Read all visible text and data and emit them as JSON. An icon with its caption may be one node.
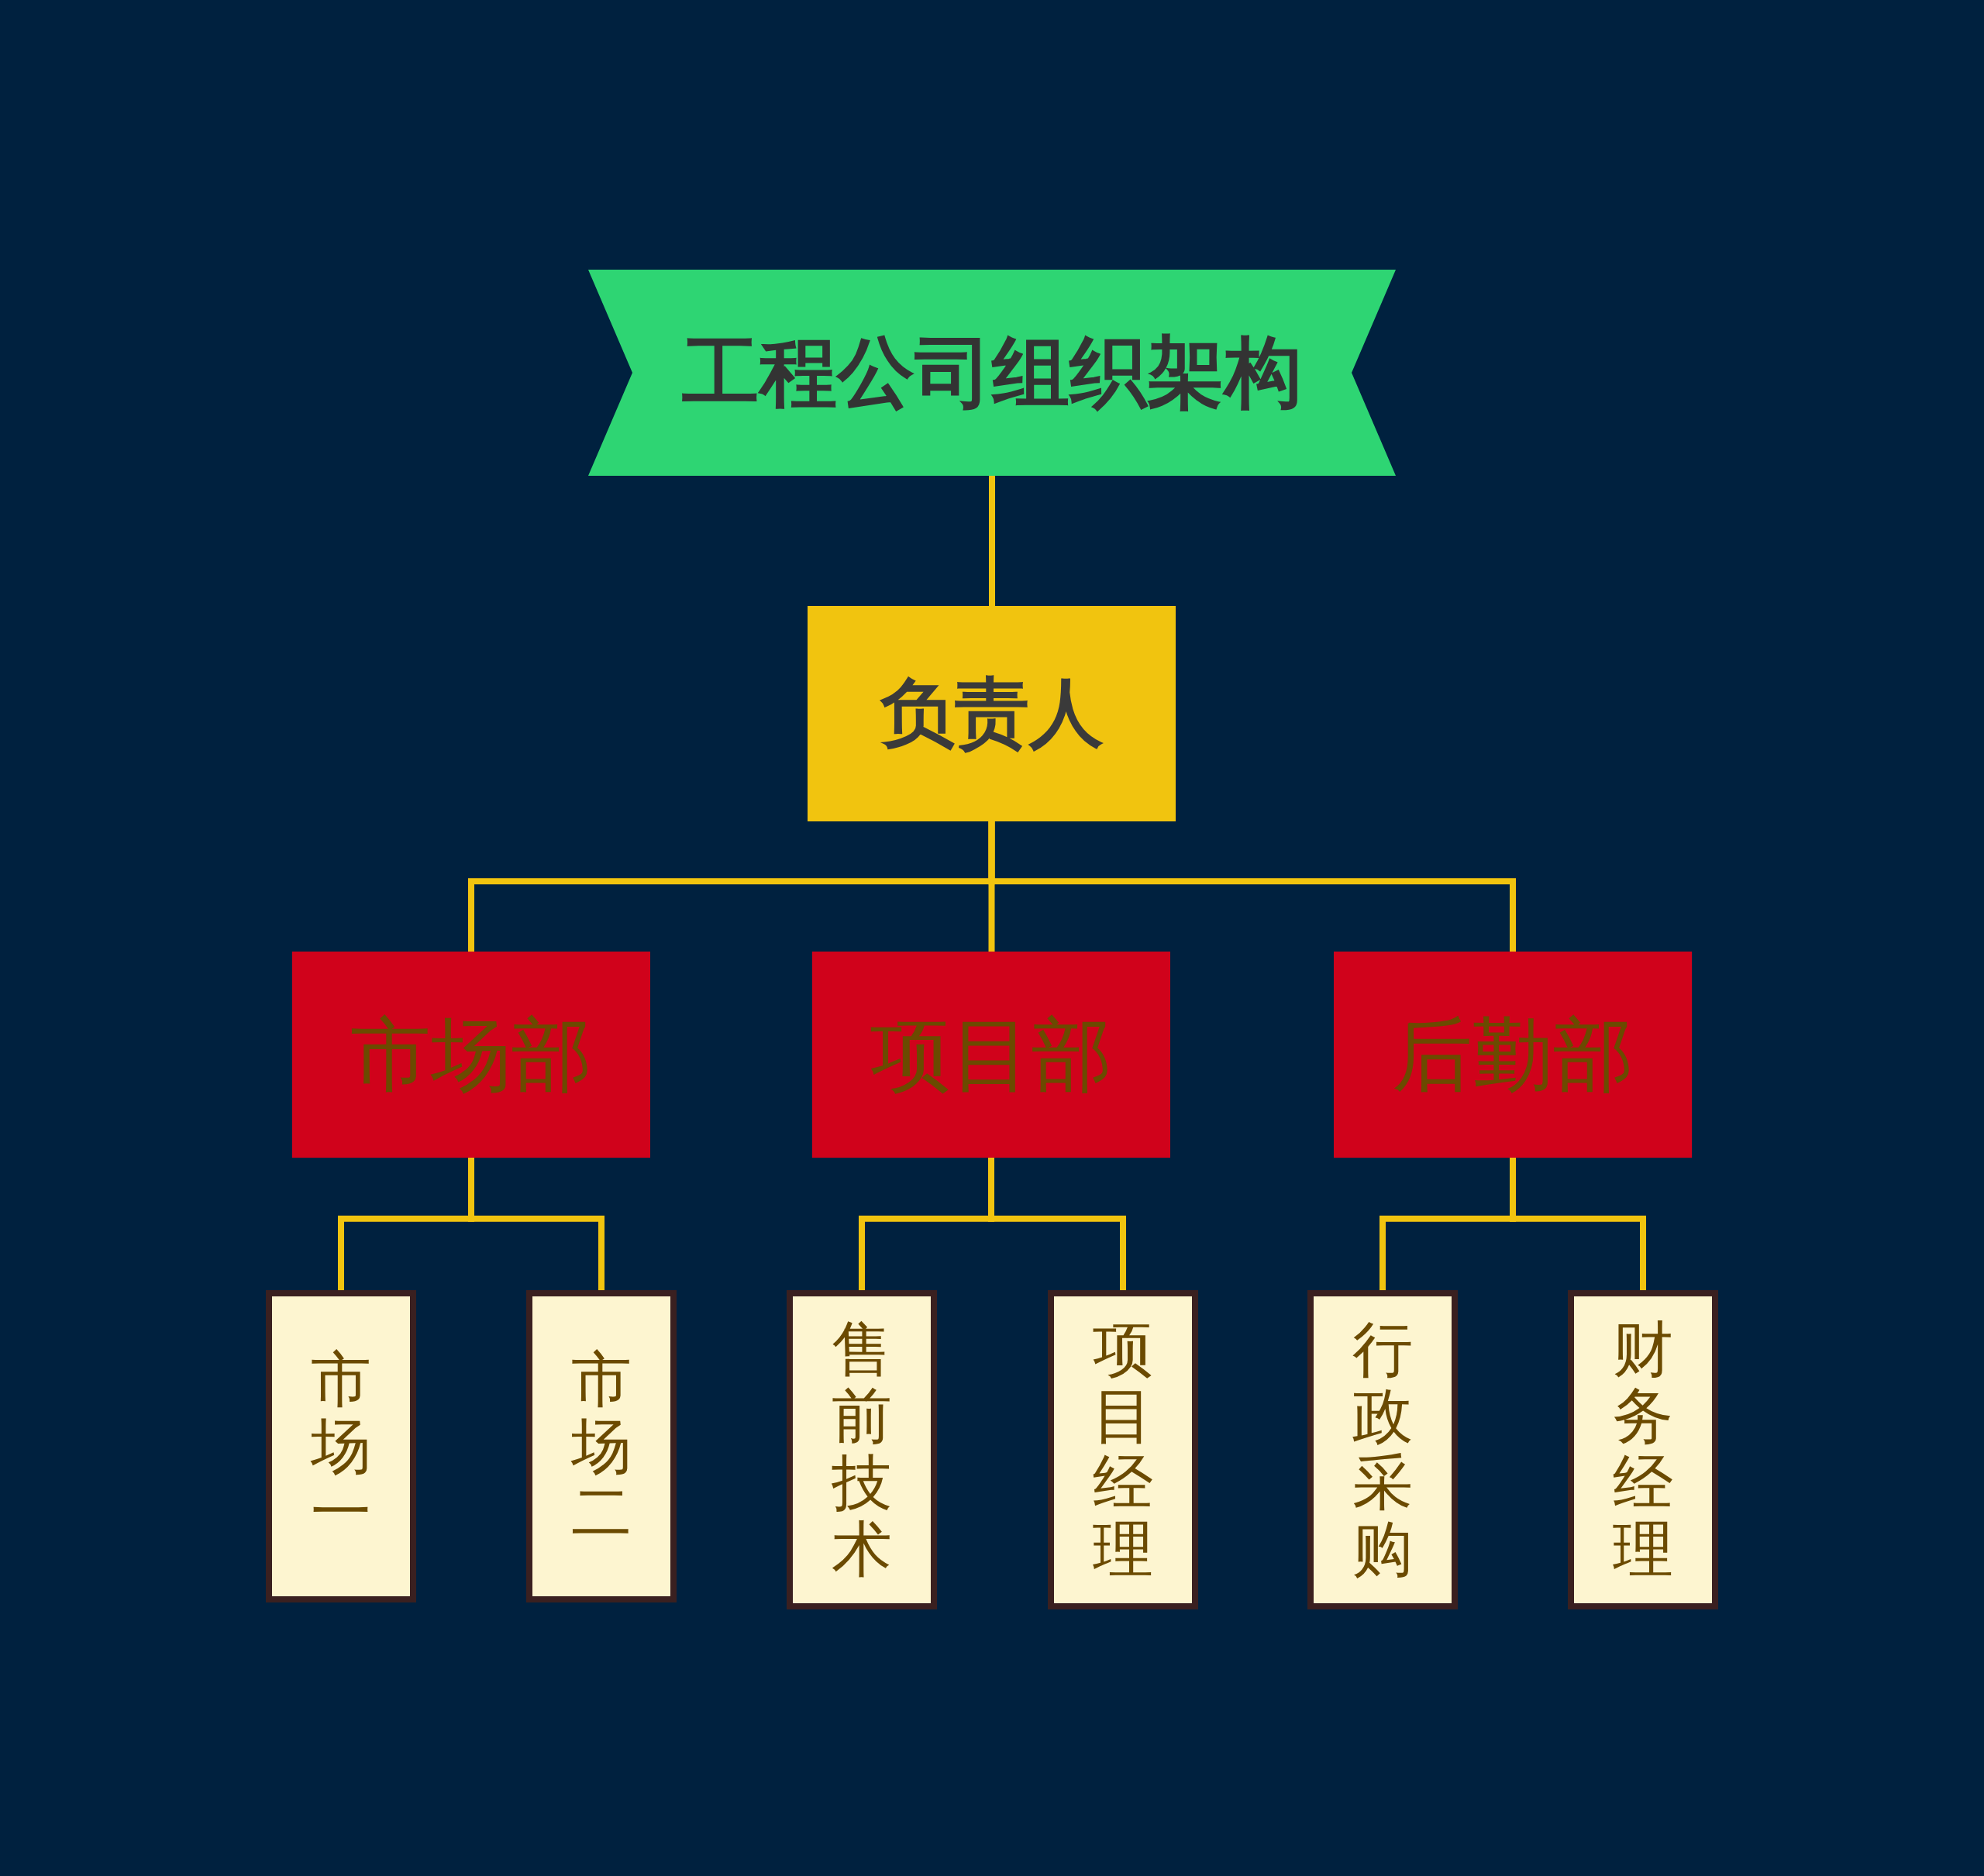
{
  "diagram": {
    "nodes": [
      {
        "text": [
          "工程公司组织架构"
        ]
      },
      {
        "text": [
          "负责人"
        ]
      },
      {
        "text": [
          "市场部"
        ]
      },
      {
        "text": [
          "项目部"
        ]
      },
      {
        "text": [
          "后勤部"
        ]
      },
      {
        "text": [
          "市场一"
        ]
      },
      {
        "text": [
          "市场二"
        ]
      },
      {
        "text": [
          "售前技术"
        ]
      },
      {
        "text": [
          "项目经理"
        ]
      },
      {
        "text": [
          "行政采购"
        ]
      },
      {
        "text": [
          "财务经理"
        ]
      }
    ],
    "edges": [
      {
        "from": 0,
        "to": 1,
        "arrow": "none"
      },
      {
        "from": 1,
        "to": 2,
        "arrow": "none"
      },
      {
        "from": 1,
        "to": 3,
        "arrow": "none"
      },
      {
        "from": 1,
        "to": 4,
        "arrow": "none"
      },
      {
        "from": 2,
        "to": 5,
        "arrow": "none"
      },
      {
        "from": 2,
        "to": 6,
        "arrow": "none"
      },
      {
        "from": 3,
        "to": 7,
        "arrow": "none"
      },
      {
        "from": 3,
        "to": 8,
        "arrow": "none"
      },
      {
        "from": 4,
        "to": 9,
        "arrow": "none"
      },
      {
        "from": 4,
        "to": 10,
        "arrow": "none"
      }
    ]
  }
}
